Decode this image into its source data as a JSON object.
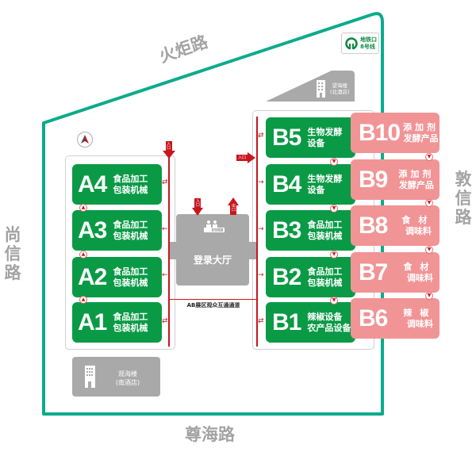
{
  "roads": {
    "north": "火炬路",
    "south": "尊海路",
    "west": "尚信路",
    "east": "敦信路"
  },
  "metro": {
    "line1": "地铁口",
    "line2": "8号线",
    "icon": "metro-logo-icon"
  },
  "landmarks": {
    "north_hotel_line1": "望海楼",
    "north_hotel_line2": "(北酒店)",
    "south_hotel_line1": "观海楼",
    "south_hotel_line2": "(南酒店)"
  },
  "compass": {
    "label": "N"
  },
  "lobby": {
    "label": "登录大厅",
    "service_desk": "服务台",
    "entrance": "入口",
    "exit": "出口"
  },
  "entrances": {
    "hall_a": "入口",
    "hall_b": "入口"
  },
  "passage": {
    "label": "AB展区观众互通通道"
  },
  "hall_a": [
    {
      "code": "A4",
      "line1": "食品加工",
      "line2": "包装机械"
    },
    {
      "code": "A3",
      "line1": "食品加工",
      "line2": "包装机械"
    },
    {
      "code": "A2",
      "line1": "食品加工",
      "line2": "包装机械"
    },
    {
      "code": "A1",
      "line1": "食品加工",
      "line2": "包装机械"
    }
  ],
  "hall_b_green": [
    {
      "code": "B5",
      "line1": "生物发酵",
      "line2": "设备"
    },
    {
      "code": "B4",
      "line1": "生物发酵",
      "line2": "设备"
    },
    {
      "code": "B3",
      "line1": "食品加工",
      "line2": "包装机械"
    },
    {
      "code": "B2",
      "line1": "食品加工",
      "line2": "包装机械"
    },
    {
      "code": "B1",
      "line1": "辣椒设备",
      "line2": "农产品设备"
    }
  ],
  "hall_b_pink": [
    {
      "code": "B10",
      "line1": "添加剂",
      "line2": "发酵产品"
    },
    {
      "code": "B9",
      "line1": "添加剂",
      "line2": "发酵产品"
    },
    {
      "code": "B8",
      "line1": "食材",
      "line2": "调味料"
    },
    {
      "code": "B7",
      "line1": "食材",
      "line2": "调味料"
    },
    {
      "code": "B6",
      "line1": "辣椒",
      "line2": "调味料"
    }
  ],
  "colors": {
    "boundary": "#0bab8c",
    "booth_green": "#0a9a46",
    "booth_pink": "#f19496",
    "route_red": "#c8161d",
    "building_gray": "#a9a9a9",
    "road_text": "#a3a3a3"
  }
}
